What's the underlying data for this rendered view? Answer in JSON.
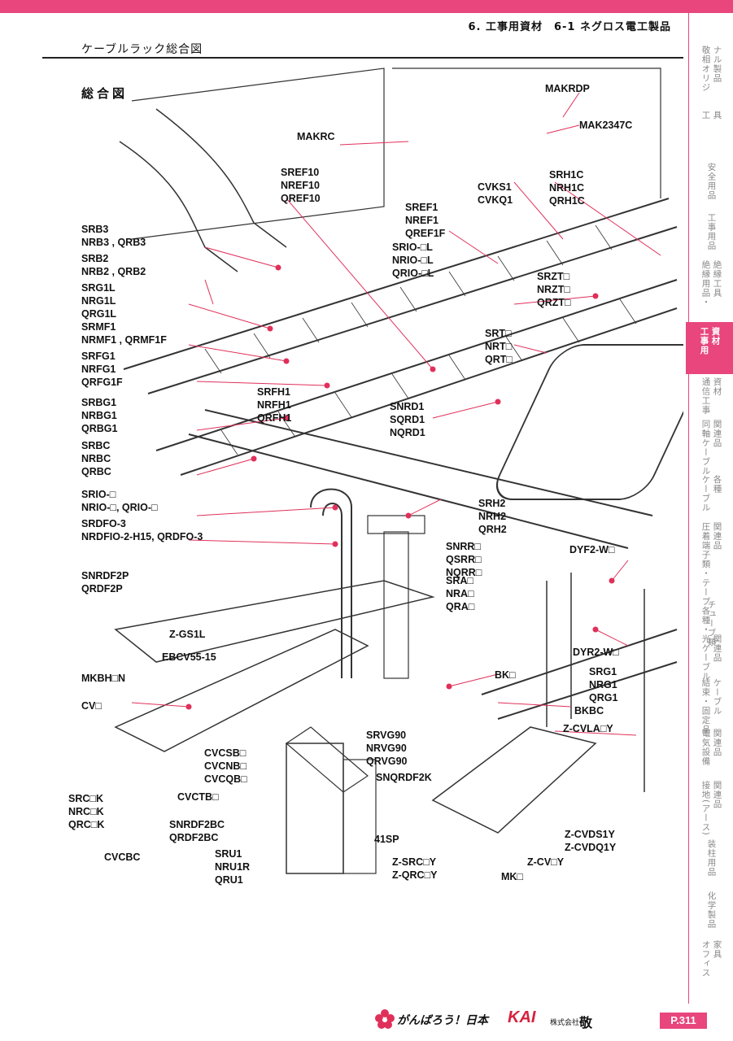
{
  "header": {
    "title": "6. 工事用資材　6-1 ネグロス電工製品"
  },
  "section": {
    "title": "ケーブルラック総合図"
  },
  "diagram": {
    "heading": "総合図",
    "labels": [
      {
        "id": "makrc",
        "lines": [
          "MAKRC"
        ]
      },
      {
        "id": "makrdp",
        "lines": [
          "MAKRDP"
        ]
      },
      {
        "id": "mak2347c",
        "lines": [
          "MAK2347C"
        ]
      },
      {
        "id": "sref10",
        "lines": [
          "SREF10",
          "NREF10",
          "QREF10"
        ]
      },
      {
        "id": "cvks1",
        "lines": [
          "CVKS1",
          "CVKQ1"
        ]
      },
      {
        "id": "srh1c",
        "lines": [
          "SRH1C",
          "NRH1C",
          "QRH1C"
        ]
      },
      {
        "id": "sref1",
        "lines": [
          "SREF1",
          "NREF1",
          "QREF1F"
        ]
      },
      {
        "id": "srb3",
        "lines": [
          "SRB3",
          "NRB3 , QRB3"
        ]
      },
      {
        "id": "srio-l",
        "lines": [
          "SRIO-□L",
          "NRIO-□L",
          "QRIO-□L"
        ]
      },
      {
        "id": "srb2",
        "lines": [
          "SRB2",
          "NRB2 , QRB2"
        ]
      },
      {
        "id": "srzt",
        "lines": [
          "SRZT□",
          "NRZT□",
          "QRZT□"
        ]
      },
      {
        "id": "srg1l",
        "lines": [
          "SRG1L",
          "NRG1L",
          "QRG1L"
        ]
      },
      {
        "id": "srmf1",
        "lines": [
          "SRMF1",
          "NRMF1 , QRMF1F"
        ]
      },
      {
        "id": "srt",
        "lines": [
          "SRT□",
          "NRT□",
          "QRT□"
        ]
      },
      {
        "id": "srfg1",
        "lines": [
          "SRFG1",
          "NRFG1",
          "QRFG1F"
        ]
      },
      {
        "id": "srfh1",
        "lines": [
          "SRFH1",
          "NRFH1",
          "QRFH1"
        ]
      },
      {
        "id": "srbg1",
        "lines": [
          "SRBG1",
          "NRBG1",
          "QRBG1"
        ]
      },
      {
        "id": "snrd1",
        "lines": [
          "SNRD1",
          "SQRD1",
          "NQRD1"
        ]
      },
      {
        "id": "srbc",
        "lines": [
          "SRBC",
          "NRBC",
          "QRBC"
        ]
      },
      {
        "id": "srio",
        "lines": [
          "SRIO-□",
          "NRIO-□, QRIO-□"
        ]
      },
      {
        "id": "srh2",
        "lines": [
          "SRH2",
          "NRH2",
          "QRH2"
        ]
      },
      {
        "id": "srdfo3",
        "lines": [
          "SRDFO-3",
          "NRDFIO-2-H15, QRDFO-3"
        ]
      },
      {
        "id": "snrr",
        "lines": [
          "SNRR□",
          "QSRR□",
          "NQRR□"
        ]
      },
      {
        "id": "dyf2w",
        "lines": [
          "DYF2-W□"
        ]
      },
      {
        "id": "snrdf2p",
        "lines": [
          "SNRDF2P",
          "QRDF2P"
        ]
      },
      {
        "id": "sra",
        "lines": [
          "SRA□",
          "NRA□",
          "QRA□"
        ]
      },
      {
        "id": "zgs1l",
        "lines": [
          "Z-GS1L"
        ]
      },
      {
        "id": "ebcv",
        "lines": [
          "EBCV55-15"
        ]
      },
      {
        "id": "dyr2w",
        "lines": [
          "DYR2-W□"
        ]
      },
      {
        "id": "mkbh",
        "lines": [
          "MKBH□N"
        ]
      },
      {
        "id": "bk",
        "lines": [
          "BK□"
        ]
      },
      {
        "id": "srg1",
        "lines": [
          "SRG1",
          "NRG1",
          "QRG1"
        ]
      },
      {
        "id": "cv",
        "lines": [
          "CV□"
        ]
      },
      {
        "id": "bkbc",
        "lines": [
          "BKBC"
        ]
      },
      {
        "id": "srvg90",
        "lines": [
          "SRVG90",
          "NRVG90",
          "QRVG90"
        ]
      },
      {
        "id": "zcvla",
        "lines": [
          "Z-CVLA□Y"
        ]
      },
      {
        "id": "cvcsb",
        "lines": [
          "CVCSB□",
          "CVCNB□",
          "CVCQB□"
        ]
      },
      {
        "id": "snqrdf2k",
        "lines": [
          "SNQRDF2K"
        ]
      },
      {
        "id": "cvctb",
        "lines": [
          "CVCTB□"
        ]
      },
      {
        "id": "src-k",
        "lines": [
          "SRC□K",
          "NRC□K",
          "QRC□K"
        ]
      },
      {
        "id": "snrdf2bc",
        "lines": [
          "SNRDF2BC",
          "QRDF2BC"
        ]
      },
      {
        "id": "41sp",
        "lines": [
          "41SP"
        ]
      },
      {
        "id": "zcvds1",
        "lines": [
          "Z-CVDS1Y",
          "Z-CVDQ1Y"
        ]
      },
      {
        "id": "cvcbc",
        "lines": [
          "CVCBC"
        ]
      },
      {
        "id": "sru1",
        "lines": [
          "SRU1",
          "NRU1R",
          "QRU1"
        ]
      },
      {
        "id": "zsrc",
        "lines": [
          "Z-SRC□Y",
          "Z-QRC□Y"
        ]
      },
      {
        "id": "zcv",
        "lines": [
          "Z-CV□Y"
        ]
      },
      {
        "id": "mk",
        "lines": [
          "MK□"
        ]
      }
    ]
  },
  "sidenav": [
    {
      "cols": [
        "敬相オリジ",
        "ナル製品"
      ]
    },
    {
      "cols": [
        "工",
        "具"
      ]
    },
    {
      "cols": [
        "安全用品"
      ]
    },
    {
      "cols": [
        "工事用品"
      ]
    },
    {
      "cols": [
        "絶縁用品・",
        "絶縁工具"
      ]
    },
    {
      "cols": [
        "工事用",
        "資材"
      ],
      "active": true
    },
    {
      "cols": [
        "通信工事",
        "資材"
      ]
    },
    {
      "cols": [
        "同軸ケーブル",
        "関連品"
      ]
    },
    {
      "cols": [
        "ケーブル",
        "各種"
      ]
    },
    {
      "cols": [
        "圧着端子類・テープ各種・",
        "関連品"
      ]
    },
    {
      "cols": [
        "チューブ類"
      ]
    },
    {
      "cols": [
        "光ケーブル",
        "関連品"
      ]
    },
    {
      "cols": [
        "結束・固定品",
        "ケーブル"
      ]
    },
    {
      "cols": [
        "電気設備",
        "関連品"
      ]
    },
    {
      "cols": [
        "接地(アース)",
        "関連品"
      ]
    },
    {
      "cols": [
        "装柱用品"
      ]
    },
    {
      "cols": [
        "化学製品"
      ]
    },
    {
      "cols": [
        "オフィス",
        "家具"
      ]
    }
  ],
  "footer": {
    "slogan": "がんばろう！日本",
    "logo": "KAI",
    "corp": "株式会社",
    "company": "敬　相",
    "page": "P.311"
  },
  "colors": {
    "accent": "#e8467c",
    "leader": "#e0305a"
  }
}
